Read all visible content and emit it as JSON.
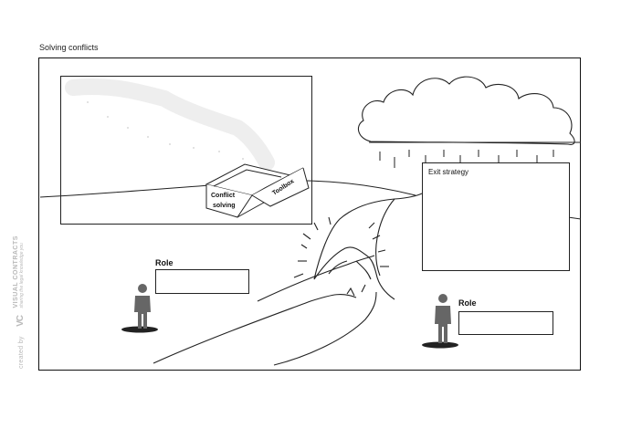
{
  "page": {
    "title": "Solving conflicts"
  },
  "boxes": {
    "exit_strategy": {
      "label": "Exit strategy"
    },
    "role_left": {
      "label": "Role"
    },
    "role_right": {
      "label": "Role"
    }
  },
  "toolbox": {
    "front_line1": "Conflict",
    "front_line2": "solving",
    "lid": "Toolbox"
  },
  "credit": {
    "created_by": "created by",
    "logo": "VC",
    "brand": "VISUAL CONTRACTS",
    "tagline": "sharing the legal knowledge you"
  },
  "icons": [
    "cloud-icon",
    "rain-icon",
    "wave-icon",
    "road-icon",
    "person-icon",
    "toolbox-icon"
  ]
}
